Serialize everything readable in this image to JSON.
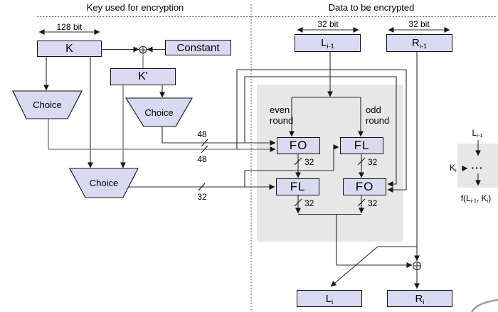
{
  "titles": {
    "left": "Key used for encryption",
    "right": "Data to be encrypted"
  },
  "key_side": {
    "width_label": "128 bit",
    "k": "K",
    "constant": "Constant",
    "k_prime": "K'",
    "choices": [
      "Choice",
      "Choice",
      "Choice"
    ],
    "buses": {
      "upper48": "48",
      "lower48": "48",
      "kl32": "32"
    }
  },
  "data_side": {
    "width_left": "32 bit",
    "width_right": "32 bit",
    "l_prev": {
      "base": "L",
      "sub": "i-1"
    },
    "r_prev": {
      "base": "R",
      "sub": "i-1"
    },
    "round_labels": {
      "even1": "even",
      "even2": "round",
      "odd1": "odd",
      "odd2": "round"
    },
    "boxes": {
      "fo_top": "FO",
      "fl_top": "FL",
      "fl_bottom": "FL",
      "fo_bottom": "FO"
    },
    "buses": [
      "32",
      "32",
      "32",
      "32"
    ],
    "l_next": {
      "base": "L",
      "sub": "i"
    },
    "r_next": {
      "base": "R",
      "sub": "i"
    }
  },
  "mini": {
    "input": {
      "base": "L",
      "sub": "i-1"
    },
    "key": {
      "base": "K",
      "sub": "i"
    },
    "dots": "···",
    "f": {
      "p1": "f(L",
      "s1": "i-1",
      "p2": ", K",
      "s2": "i",
      "p3": ")"
    }
  },
  "colors": {
    "box_fill": "#d9d9f1",
    "panel_fill": "#e7e7e7",
    "line": "#2b2b2b",
    "gray_line": "#8c8c8c"
  }
}
